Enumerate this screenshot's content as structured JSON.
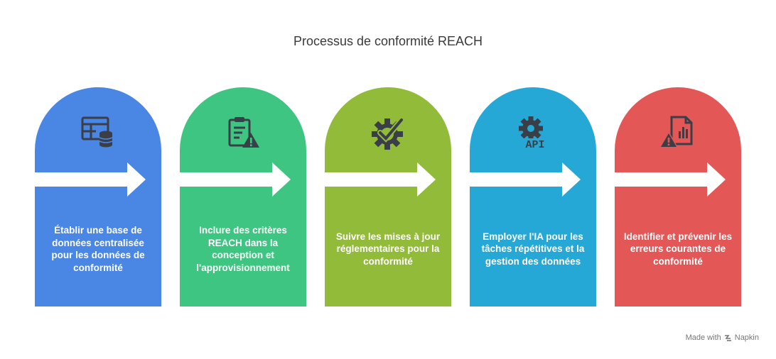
{
  "title": "Processus de conformité REACH",
  "steps": [
    {
      "label": "Établir une base de données centralisée pour les données de conformité",
      "color": "#4a86e4",
      "icon": "database-table-icon"
    },
    {
      "label": "Inclure des critères REACH dans la conception et l'approvisionnement",
      "color": "#3ec581",
      "icon": "clipboard-warning-icon"
    },
    {
      "label": "Suivre les mises à jour réglementaires pour la conformité",
      "color": "#93bb3a",
      "icon": "gear-check-icon"
    },
    {
      "label": "Employer l'IA pour les tâches répétitives et la gestion des données",
      "color": "#26a8d6",
      "icon": "gear-api-icon"
    },
    {
      "label": "Identifier et prévenir les erreurs courantes de conformité",
      "color": "#e45757",
      "icon": "document-warning-icon"
    }
  ],
  "footer": {
    "prefix": "Made with",
    "brand": "Napkin"
  }
}
